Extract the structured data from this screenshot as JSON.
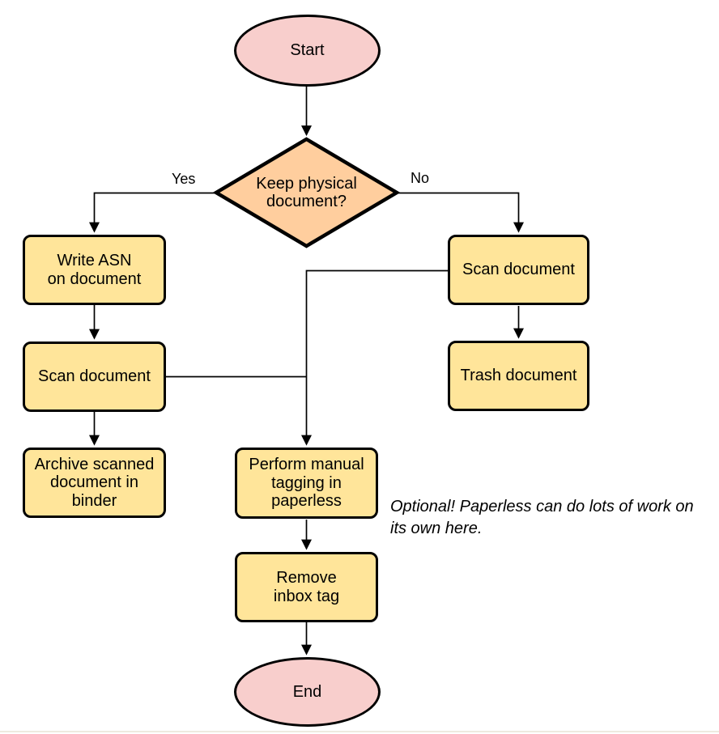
{
  "canvas": {
    "background": "#ffffff"
  },
  "palette": {
    "canvas_bg": "#ffffff",
    "terminal_fill": "#f8cecc",
    "decision_fill": "#ffce9e",
    "process_fill": "#ffe59a",
    "stroke": "#000000",
    "divider": "#eeeadf"
  },
  "nodes": {
    "start": {
      "label": "Start",
      "shape": "ellipse"
    },
    "decision": {
      "label": "Keep physical\ndocument?",
      "shape": "diamond"
    },
    "write_asn": {
      "label": "Write ASN\non document",
      "shape": "rect"
    },
    "scan_left": {
      "label": "Scan document",
      "shape": "rect"
    },
    "archive": {
      "label": "Archive scanned\ndocument in\nbinder",
      "shape": "rect"
    },
    "scan_right": {
      "label": "Scan document",
      "shape": "rect"
    },
    "trash": {
      "label": "Trash document",
      "shape": "rect"
    },
    "tagging": {
      "label": "Perform manual\ntagging in\npaperless",
      "shape": "rect"
    },
    "remove_tag": {
      "label": "Remove\ninbox tag",
      "shape": "rect"
    },
    "end": {
      "label": "End",
      "shape": "ellipse"
    }
  },
  "edge_labels": {
    "yes": "Yes",
    "no": "No"
  },
  "annotation": {
    "text": "Optional! Paperless can do lots of work on\nits own here."
  }
}
